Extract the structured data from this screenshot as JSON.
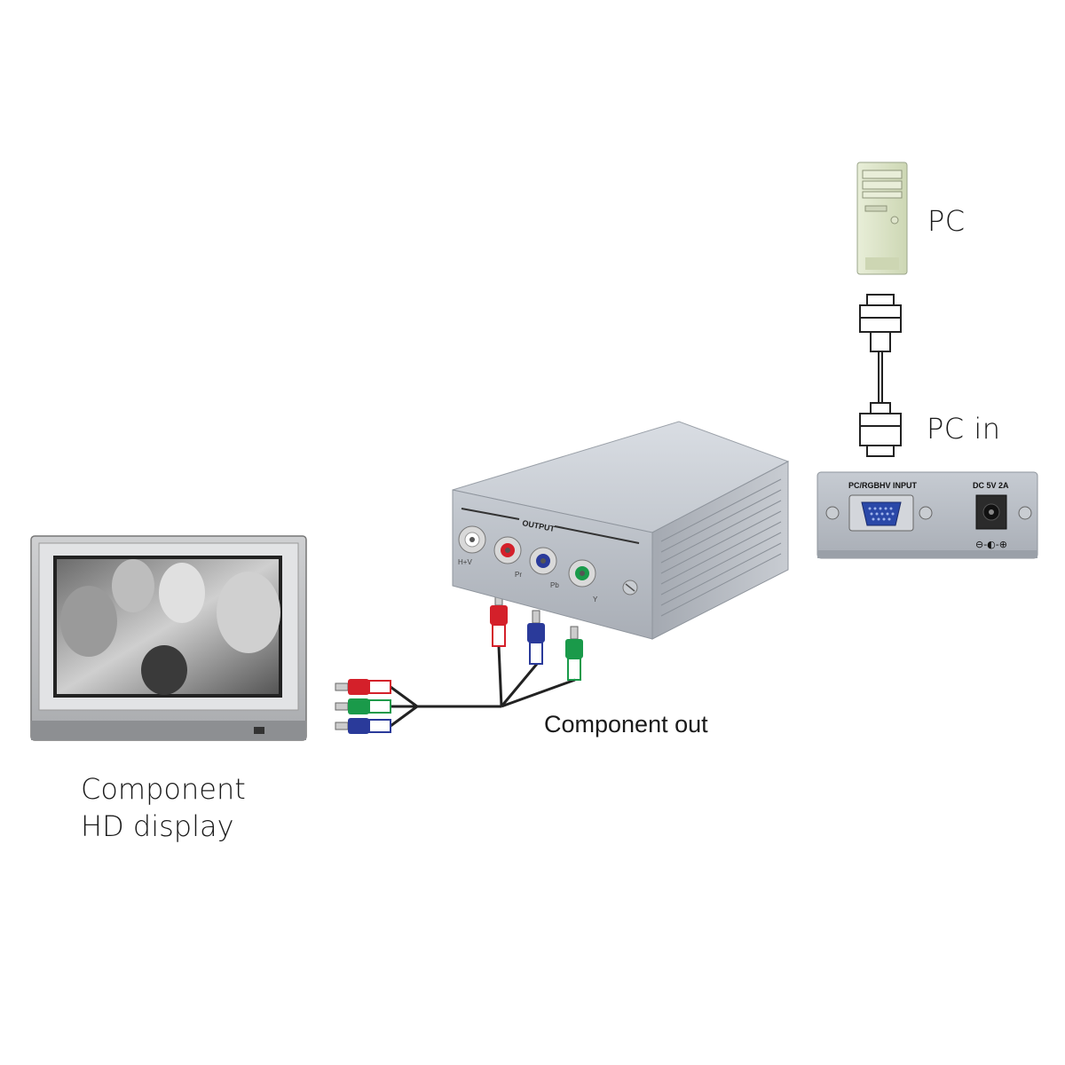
{
  "labels": {
    "pc": "PC",
    "pc_in": "PC in",
    "component_out": "Component out",
    "display_line1": "Component",
    "display_line2": "HD display"
  },
  "converter": {
    "output_title": "OUTPUT",
    "ports": [
      "H+V",
      "Pr",
      "Pb",
      "Y"
    ]
  },
  "back_panel": {
    "input_label": "PC/RGBHV INPUT",
    "power_label": "DC 5V 2A",
    "polarity": "⊖-◐-⊕"
  },
  "colors": {
    "red": "#d4202a",
    "green": "#1a9a4a",
    "blue": "#2a3a9a",
    "case": "#b9bec6",
    "cable": "#222222"
  }
}
